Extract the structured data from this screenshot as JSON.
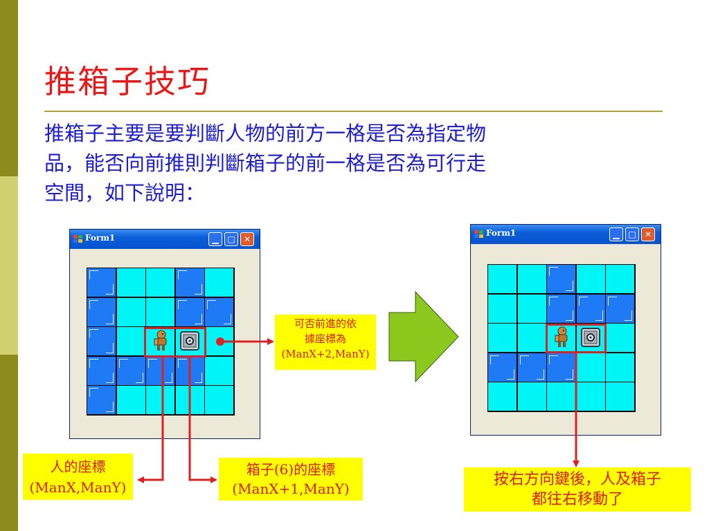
{
  "slide": {
    "title": "推箱子技巧",
    "body_lines": [
      "推箱子主要是要判斷人物的前方一格是否為指定物",
      "品，能否向前推則判斷箱子的前一格是否為可行走",
      "空間，如下說明："
    ]
  },
  "colors": {
    "title": "#e81818",
    "body": "#1c1cd2",
    "rule": "#b2a033",
    "sidebar_dark": "#8c8c1c",
    "sidebar_light": "#d0d070",
    "tile_floor": "#00f6f6",
    "tile_wall": "#1f7af6",
    "highlight": "#e02020",
    "callout_bg": "#ffff00",
    "callout_text": "#e01a1a",
    "big_arrow": "#8cc81e"
  },
  "window_left": {
    "title": "Form1",
    "controls": [
      "minimize-icon",
      "maximize-icon",
      "close-icon"
    ],
    "grid": [
      [
        "wall",
        "floor",
        "floor",
        "wall",
        "floor"
      ],
      [
        "wall",
        "floor",
        "floor",
        "wall",
        "wall"
      ],
      [
        "wall",
        "floor",
        "man",
        "box",
        "floor"
      ],
      [
        "wall",
        "wall",
        "wall",
        "wall",
        "floor"
      ],
      [
        "wall",
        "floor",
        "floor",
        "floor",
        "floor"
      ]
    ]
  },
  "window_right": {
    "title": "Form1",
    "controls": [
      "minimize-icon",
      "maximize-icon",
      "close-icon"
    ],
    "grid": [
      [
        "floor",
        "floor",
        "wall",
        "floor",
        "floor"
      ],
      [
        "floor",
        "floor",
        "wall",
        "wall",
        "wall"
      ],
      [
        "floor",
        "floor",
        "man",
        "box",
        "floor"
      ],
      [
        "wall",
        "wall",
        "wall",
        "floor",
        "floor"
      ],
      [
        "floor",
        "floor",
        "floor",
        "floor",
        "floor"
      ]
    ]
  },
  "callouts": {
    "next_check": [
      "可否前進的依",
      "據座標為",
      "(ManX+2,ManY)"
    ],
    "man_coord": [
      "人的座標",
      "(ManX,ManY)"
    ],
    "box_coord": [
      "箱子(6)的座標",
      "(ManX+1,ManY)"
    ],
    "move_result": [
      "按右方向鍵後，人及箱子",
      "都往右移動了"
    ]
  },
  "icons": {
    "man": "worker-icon",
    "box": "safe-box-icon",
    "transition": "right-arrow-icon"
  }
}
